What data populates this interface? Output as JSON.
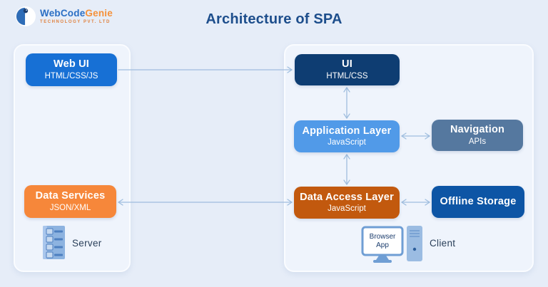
{
  "header": {
    "logo": {
      "brand_blue": "WebCode",
      "brand_orange": "Genie",
      "tagline": "TECHNOLOGY PVT. LTD"
    },
    "title": "Architecture of SPA"
  },
  "diagram": {
    "server_side": {
      "boxes": {
        "web_ui": {
          "title": "Web UI",
          "subtitle": "HTML/CSS/JS",
          "color": "#1770d5"
        },
        "data_services": {
          "title": "Data Services",
          "subtitle": "JSON/XML",
          "color": "#f6873a"
        }
      },
      "icon": "server-rack-icon",
      "label": "Server"
    },
    "client_side": {
      "boxes": {
        "ui": {
          "title": "UI",
          "subtitle": "HTML/CSS",
          "color": "#0e3d72"
        },
        "application_layer": {
          "title": "Application Layer",
          "subtitle": "JavaScript",
          "color": "#519ae8"
        },
        "navigation": {
          "title": "Navigation",
          "subtitle": "APIs",
          "color": "#55789f"
        },
        "data_access_layer": {
          "title": "Data Access Layer",
          "subtitle": "JavaScript",
          "color": "#c2590e"
        },
        "offline_storage": {
          "title": "Offline Storage",
          "color": "#0d55a5"
        }
      },
      "monitor_line1": "Browser",
      "monitor_line2": "App",
      "icon": "desktop-computer-icon",
      "label": "Client"
    },
    "connections": [
      {
        "from": "Web UI",
        "to": "UI",
        "direction": "one-way"
      },
      {
        "from": "Data Services",
        "to": "Data Access Layer",
        "direction": "two-way"
      },
      {
        "from": "UI",
        "to": "Application Layer",
        "direction": "two-way"
      },
      {
        "from": "Application Layer",
        "to": "Data Access Layer",
        "direction": "two-way"
      },
      {
        "from": "Application Layer",
        "to": "Navigation",
        "direction": "two-way"
      },
      {
        "from": "Data Access Layer",
        "to": "Offline Storage",
        "direction": "two-way"
      }
    ]
  },
  "colors": {
    "background": "#e6edf8",
    "panel": "#eff4fc",
    "arrow": "#9fbdde",
    "title_text": "#1d4e8c",
    "box_text": "#ffffff",
    "label_text": "#2a3f59",
    "logo_blue": "#2b6fc4",
    "logo_orange": "#f5913a"
  }
}
